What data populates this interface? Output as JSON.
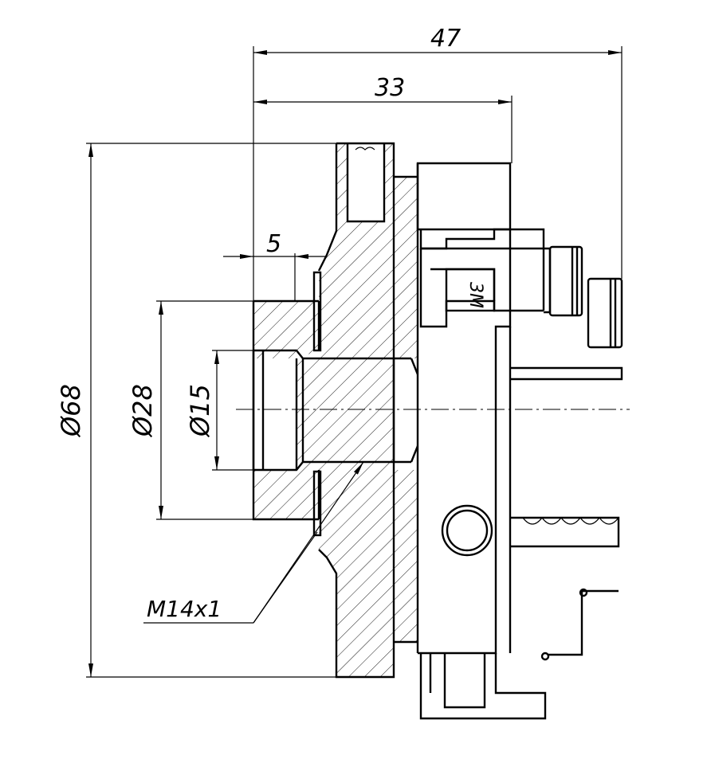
{
  "dimensions": {
    "overall_length": "47",
    "body_length": "33",
    "spigot_length": "5",
    "outer_diameter": "Ø68",
    "spigot_diameter": "Ø28",
    "bore_diameter": "Ø15",
    "thread": "M14x1"
  },
  "stamp": "3M"
}
